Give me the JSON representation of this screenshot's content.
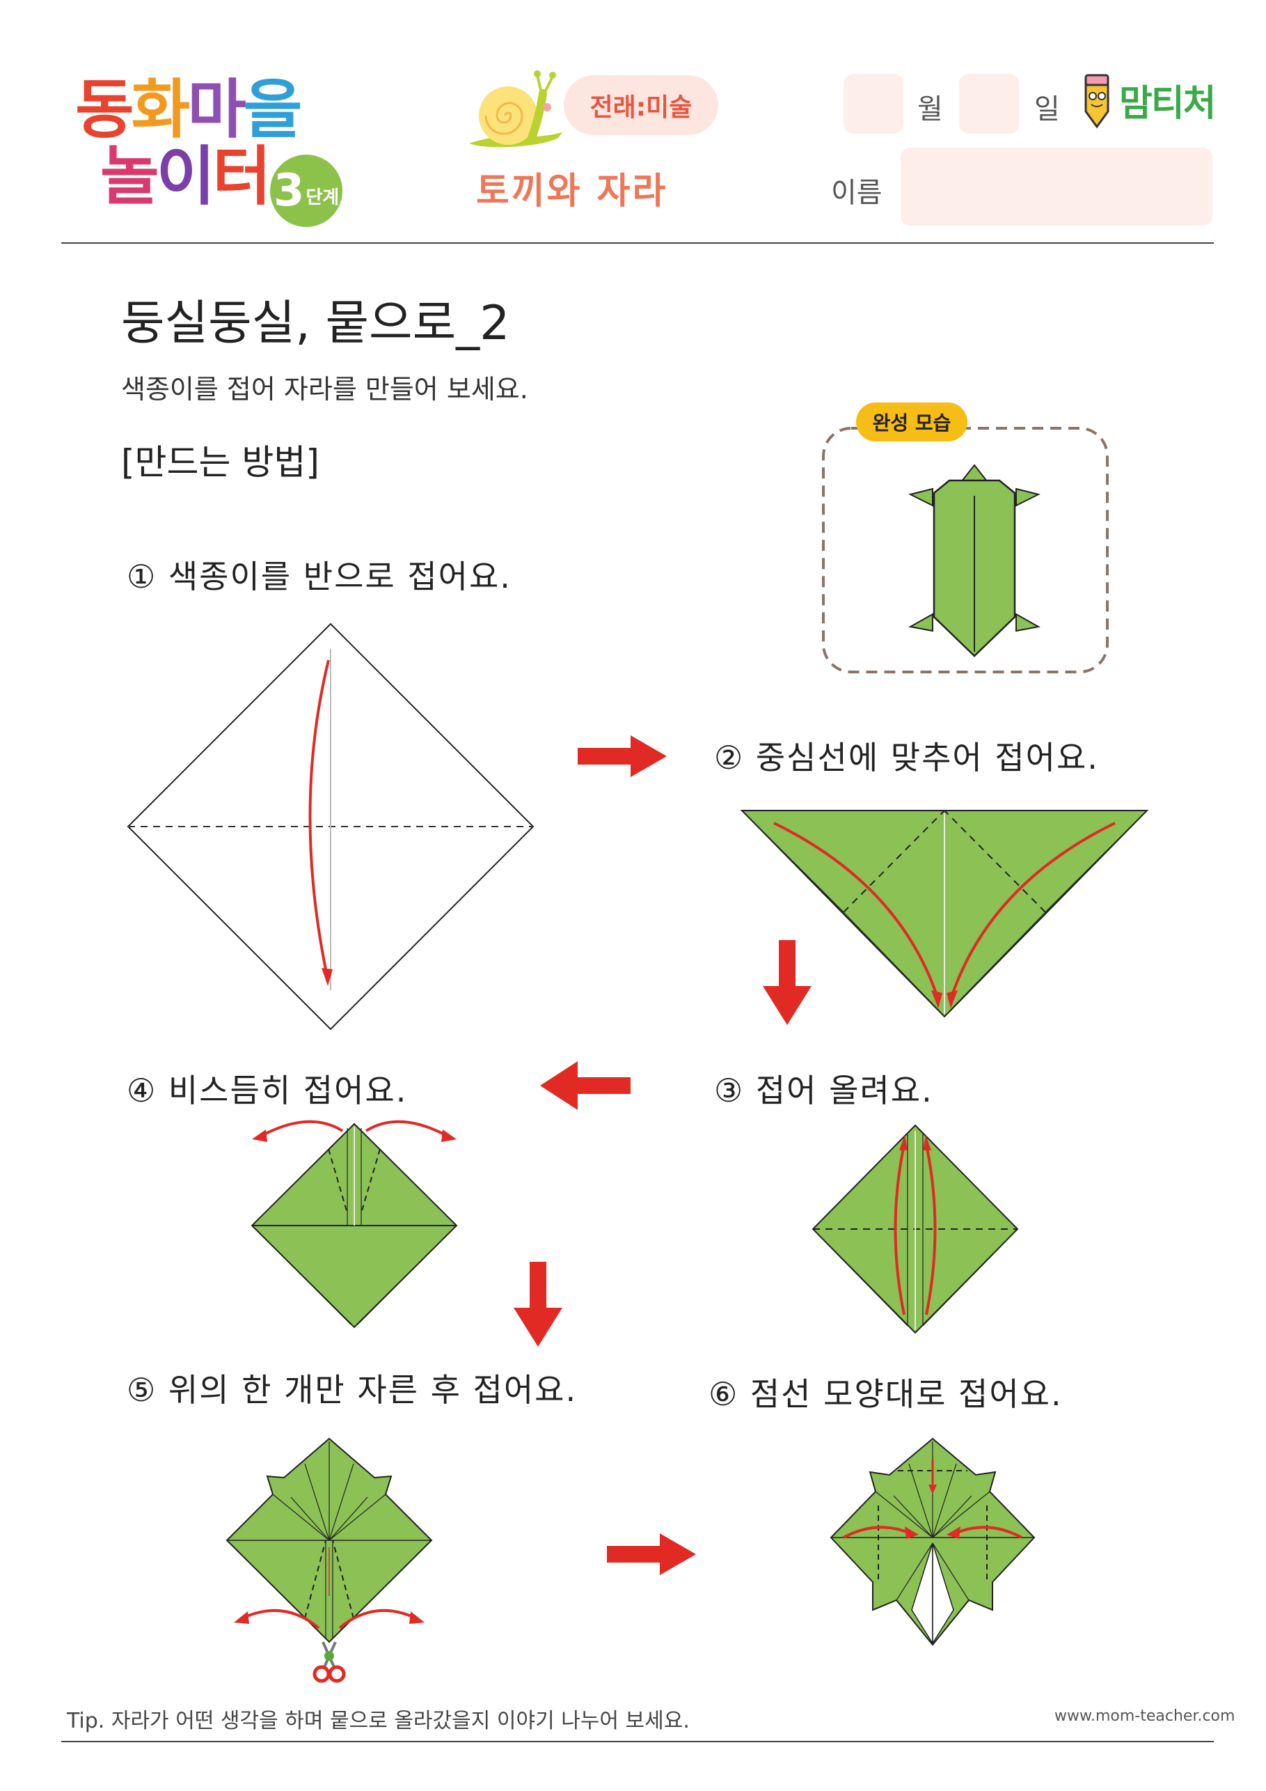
{
  "logo": {
    "line1": [
      "동",
      "화",
      "마",
      "을"
    ],
    "line2": [
      "놀",
      "이",
      "터"
    ],
    "level_num": "3",
    "level_text": "단계"
  },
  "header": {
    "category": "전래:미술",
    "story_title": "토끼와 자라",
    "month_label": "월",
    "day_label": "일",
    "name_label": "이름",
    "brand": "맘티처"
  },
  "worksheet": {
    "title": "둥실둥실, 뭍으로_2",
    "instruction": "색종이를 접어 자라를 만들어 보세요.",
    "method_heading": "[만드는 방법]",
    "completed_label": "완성 모습"
  },
  "steps": [
    "① 색종이를 반으로 접어요.",
    "② 중심선에 맞추어 접어요.",
    "③  접어 올려요.",
    "④ 비스듬히 접어요.",
    "⑤ 위의 한 개만 자른 후 접어요.",
    "⑥ 점선 모양대로 접어요."
  ],
  "footer": {
    "tip": "Tip. 자라가 어떤 생각을 하며 뭍으로 올라갔을지 이야기 나누어 보세요.",
    "website": "www.mom-teacher.com"
  },
  "colors": {
    "paper_green": "#8bc155",
    "arrow_red": "#e02a23",
    "accent_pink": "#fdeeea",
    "story_orange": "#ee7757",
    "badge_yellow": "#f6bd16"
  }
}
